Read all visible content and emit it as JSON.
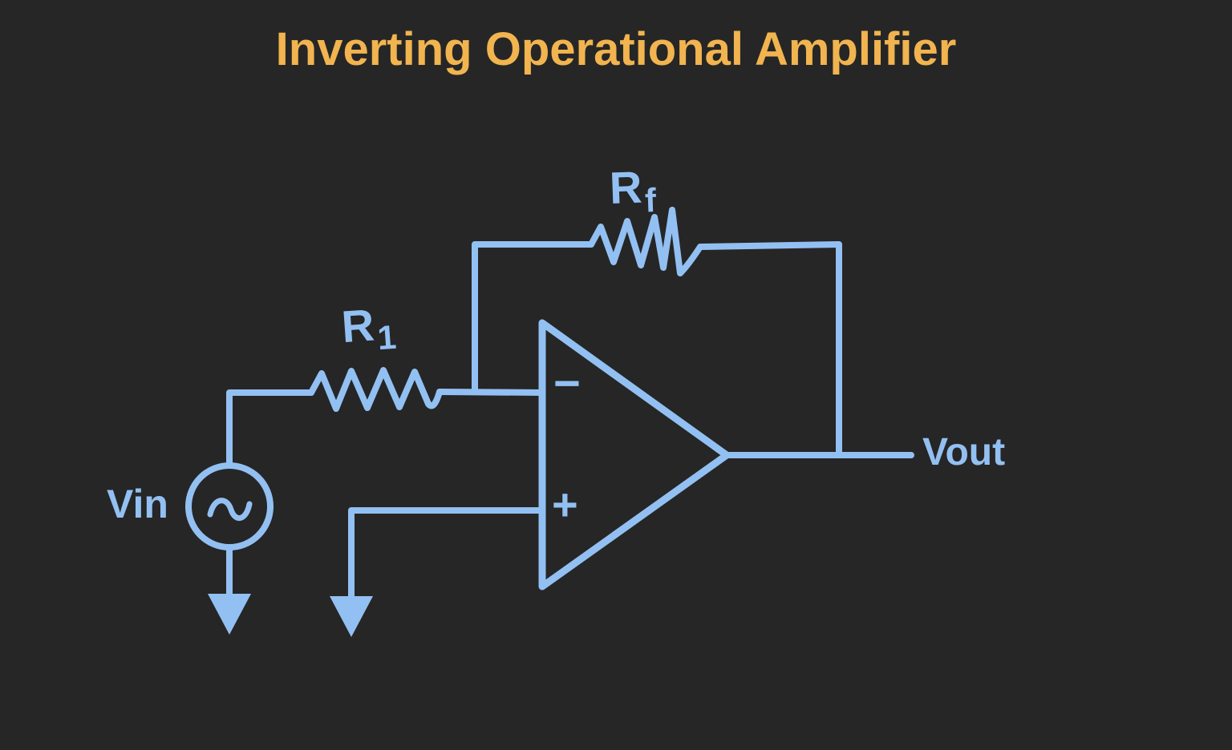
{
  "title": "Inverting Operational Amplifier",
  "colors": {
    "background": "#262626",
    "wire": "#93C0F2",
    "title_text": "#F1B44F"
  },
  "diagram": {
    "type": "circuit-schematic",
    "subject": "inverting op-amp circuit",
    "labels": {
      "source": "Vin",
      "output": "Vout",
      "input_resistor_base": "R",
      "input_resistor_sub": "1",
      "feedback_resistor_base": "R",
      "feedback_resistor_sub": "f",
      "inverting_input": "−",
      "noninverting_input": "+"
    },
    "icons": {
      "ac_source": "sine-wave-in-circle",
      "ground": "filled-down-arrow"
    },
    "components": [
      {
        "name": "ac-voltage-source",
        "label": "Vin"
      },
      {
        "name": "input-resistor",
        "label": "R1"
      },
      {
        "name": "feedback-resistor",
        "label": "Rf"
      },
      {
        "name": "operational-amplifier",
        "inputs": [
          "−",
          "+"
        ]
      },
      {
        "name": "output-node",
        "label": "Vout"
      },
      {
        "name": "ground",
        "instances": 2
      }
    ]
  }
}
